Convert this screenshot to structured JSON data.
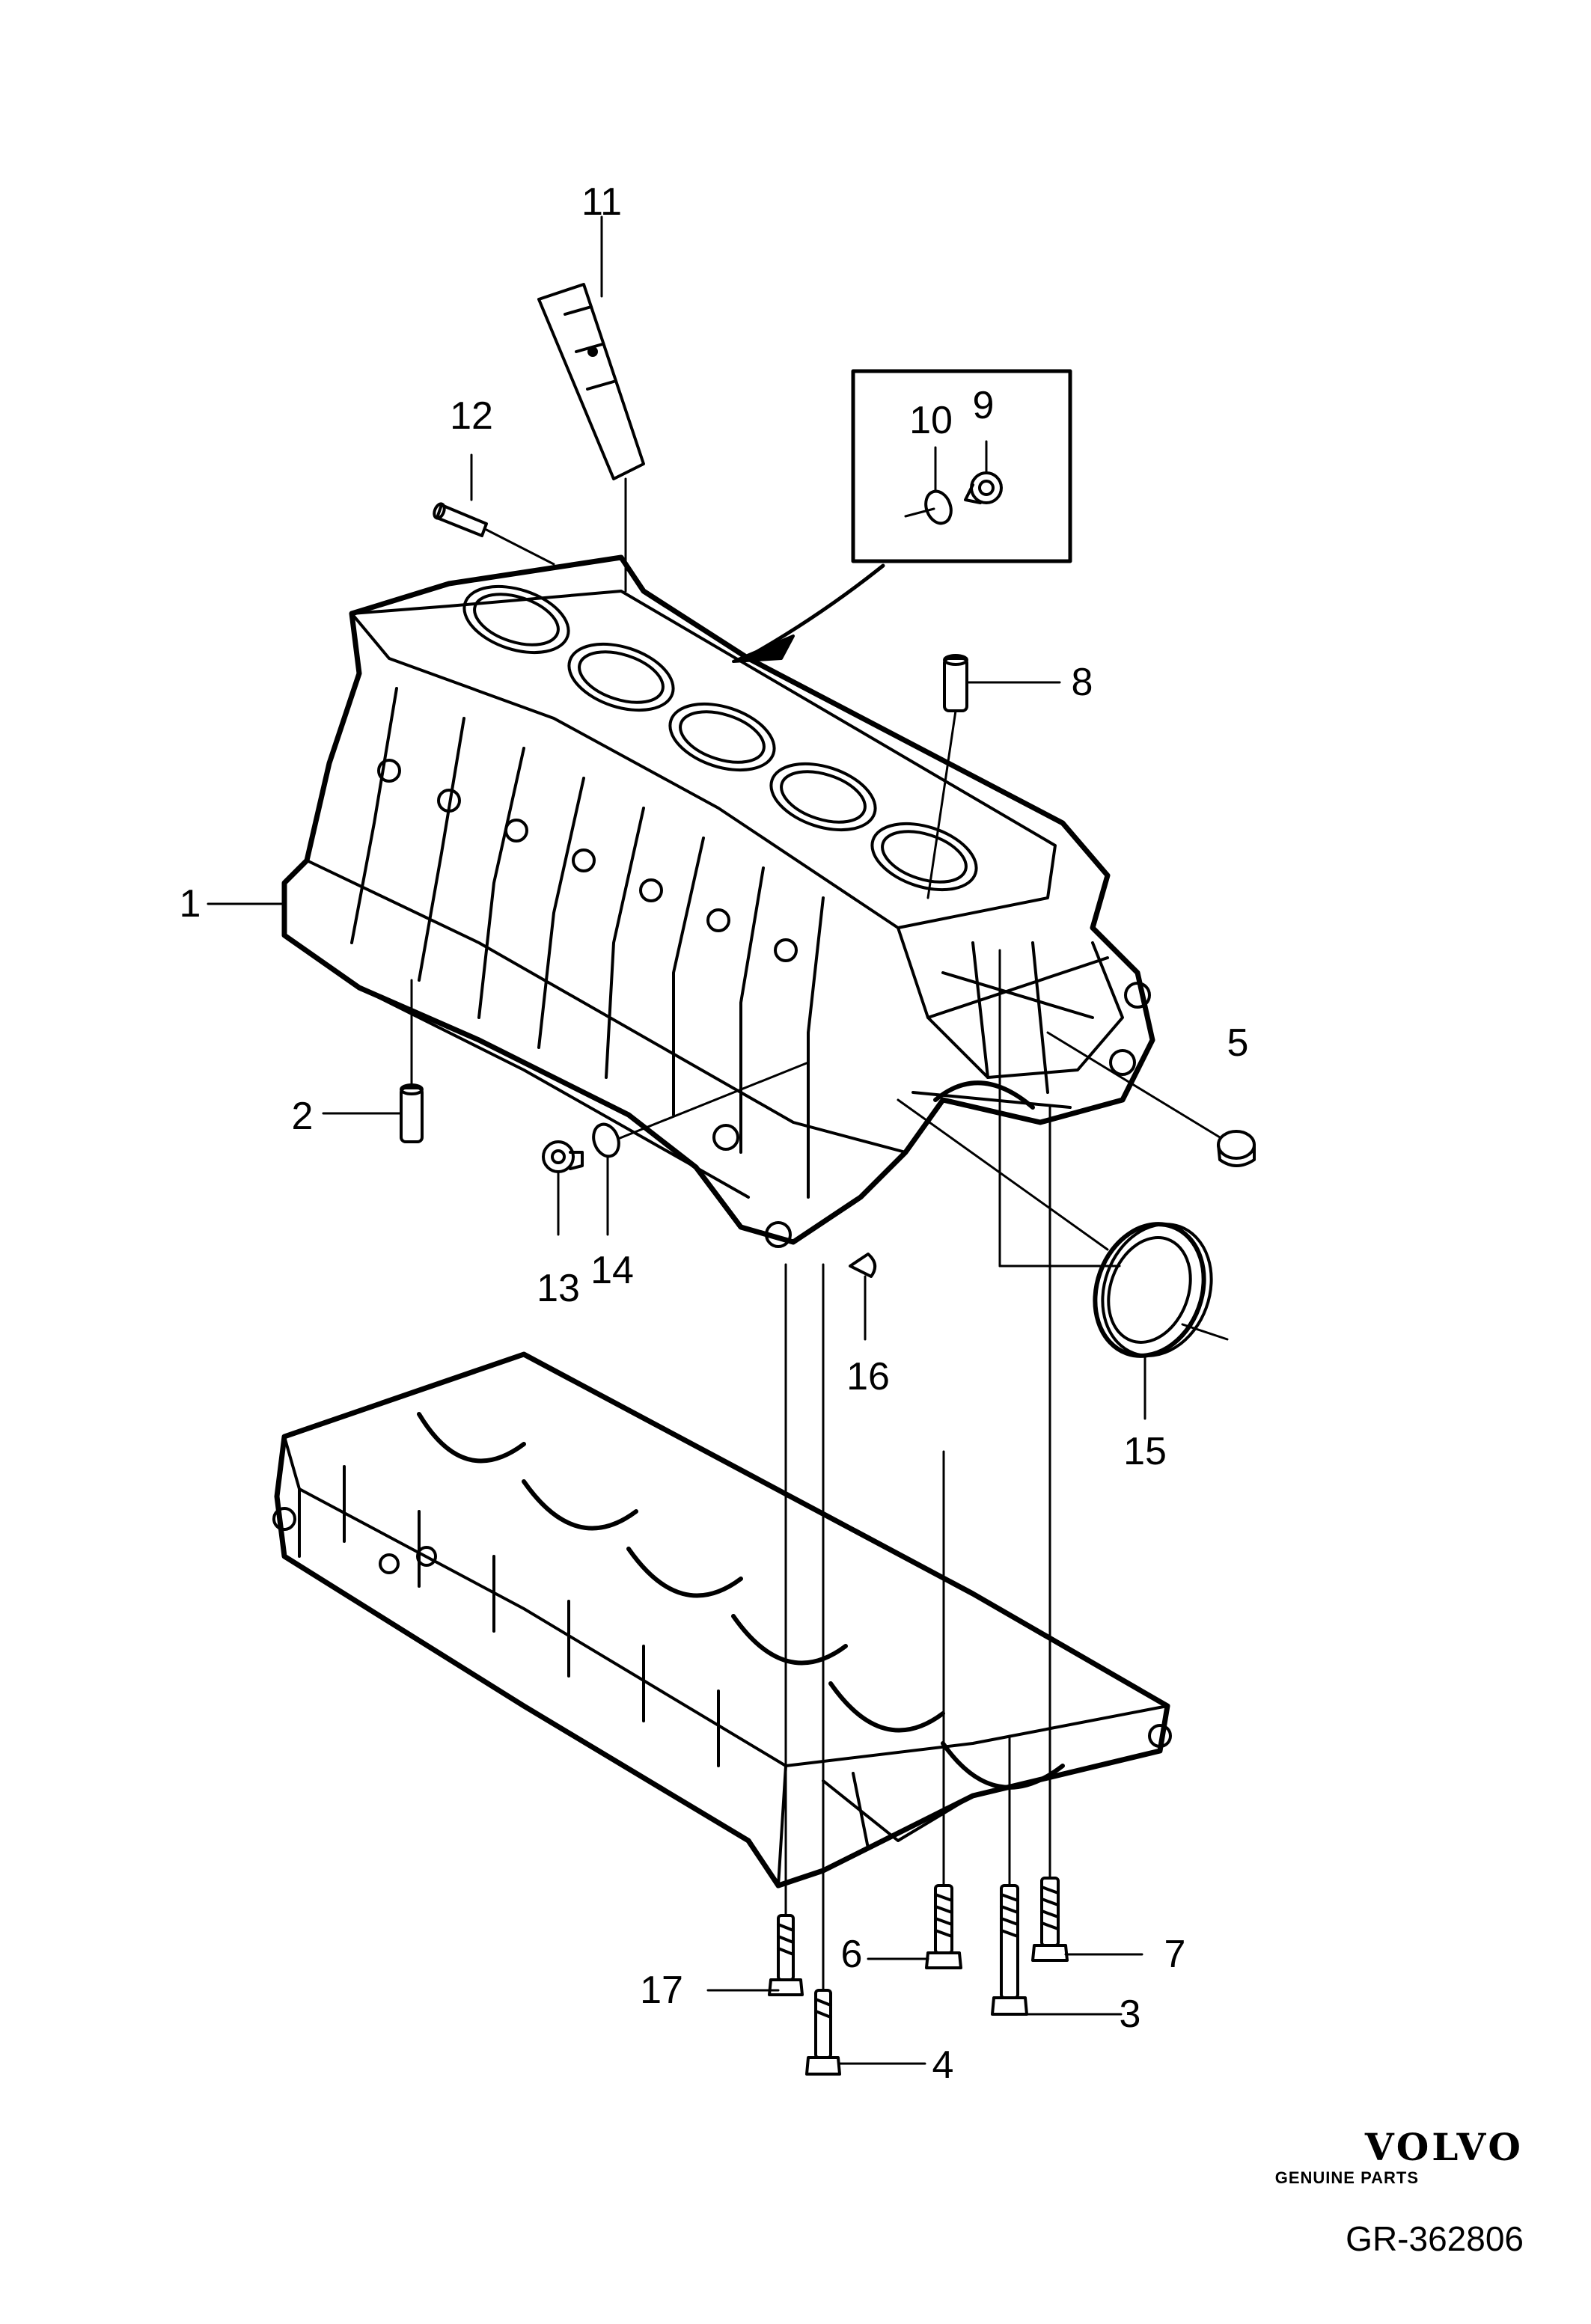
{
  "callouts": {
    "c1": "1",
    "c2": "2",
    "c3": "3",
    "c4": "4",
    "c5": "5",
    "c6": "6",
    "c7": "7",
    "c8": "8",
    "c9": "9",
    "c10": "10",
    "c11": "11",
    "c12": "12",
    "c13": "13",
    "c14": "14",
    "c15": "15",
    "c16": "16",
    "c17": "17"
  },
  "brand": {
    "name": "VOLVO",
    "tagline": "GENUINE PARTS"
  },
  "drawing_id": "GR-362806"
}
